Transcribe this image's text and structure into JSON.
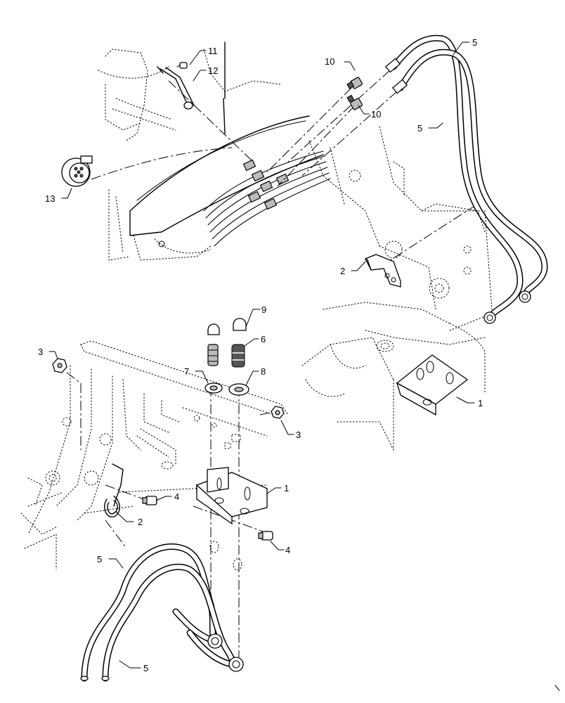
{
  "diagram": {
    "callouts": [
      {
        "id": "c11",
        "text": "11"
      },
      {
        "id": "c12",
        "text": "12"
      },
      {
        "id": "c10a",
        "text": "10"
      },
      {
        "id": "c10b",
        "text": "10"
      },
      {
        "id": "c5a",
        "text": "5"
      },
      {
        "id": "c5b",
        "text": "5"
      },
      {
        "id": "c13",
        "text": "13"
      },
      {
        "id": "c2a",
        "text": "2"
      },
      {
        "id": "c1a",
        "text": "1"
      },
      {
        "id": "c9",
        "text": "9"
      },
      {
        "id": "c6",
        "text": "6"
      },
      {
        "id": "c3a",
        "text": "3"
      },
      {
        "id": "c7",
        "text": "7"
      },
      {
        "id": "c8",
        "text": "8"
      },
      {
        "id": "c3b",
        "text": "3"
      },
      {
        "id": "c1b",
        "text": "1"
      },
      {
        "id": "c4a",
        "text": "4"
      },
      {
        "id": "c2b",
        "text": "2"
      },
      {
        "id": "c4b",
        "text": "4"
      },
      {
        "id": "c5c",
        "text": "5"
      },
      {
        "id": "c5d",
        "text": "5"
      }
    ]
  }
}
